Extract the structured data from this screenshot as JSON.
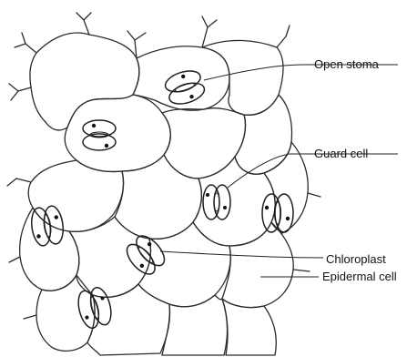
{
  "diagram": {
    "labels": {
      "open_stoma": "Open stoma",
      "guard_cell": "Guard cell",
      "chloroplast": "Chloroplast",
      "epidermal_cell": "Epidermal cell"
    }
  }
}
